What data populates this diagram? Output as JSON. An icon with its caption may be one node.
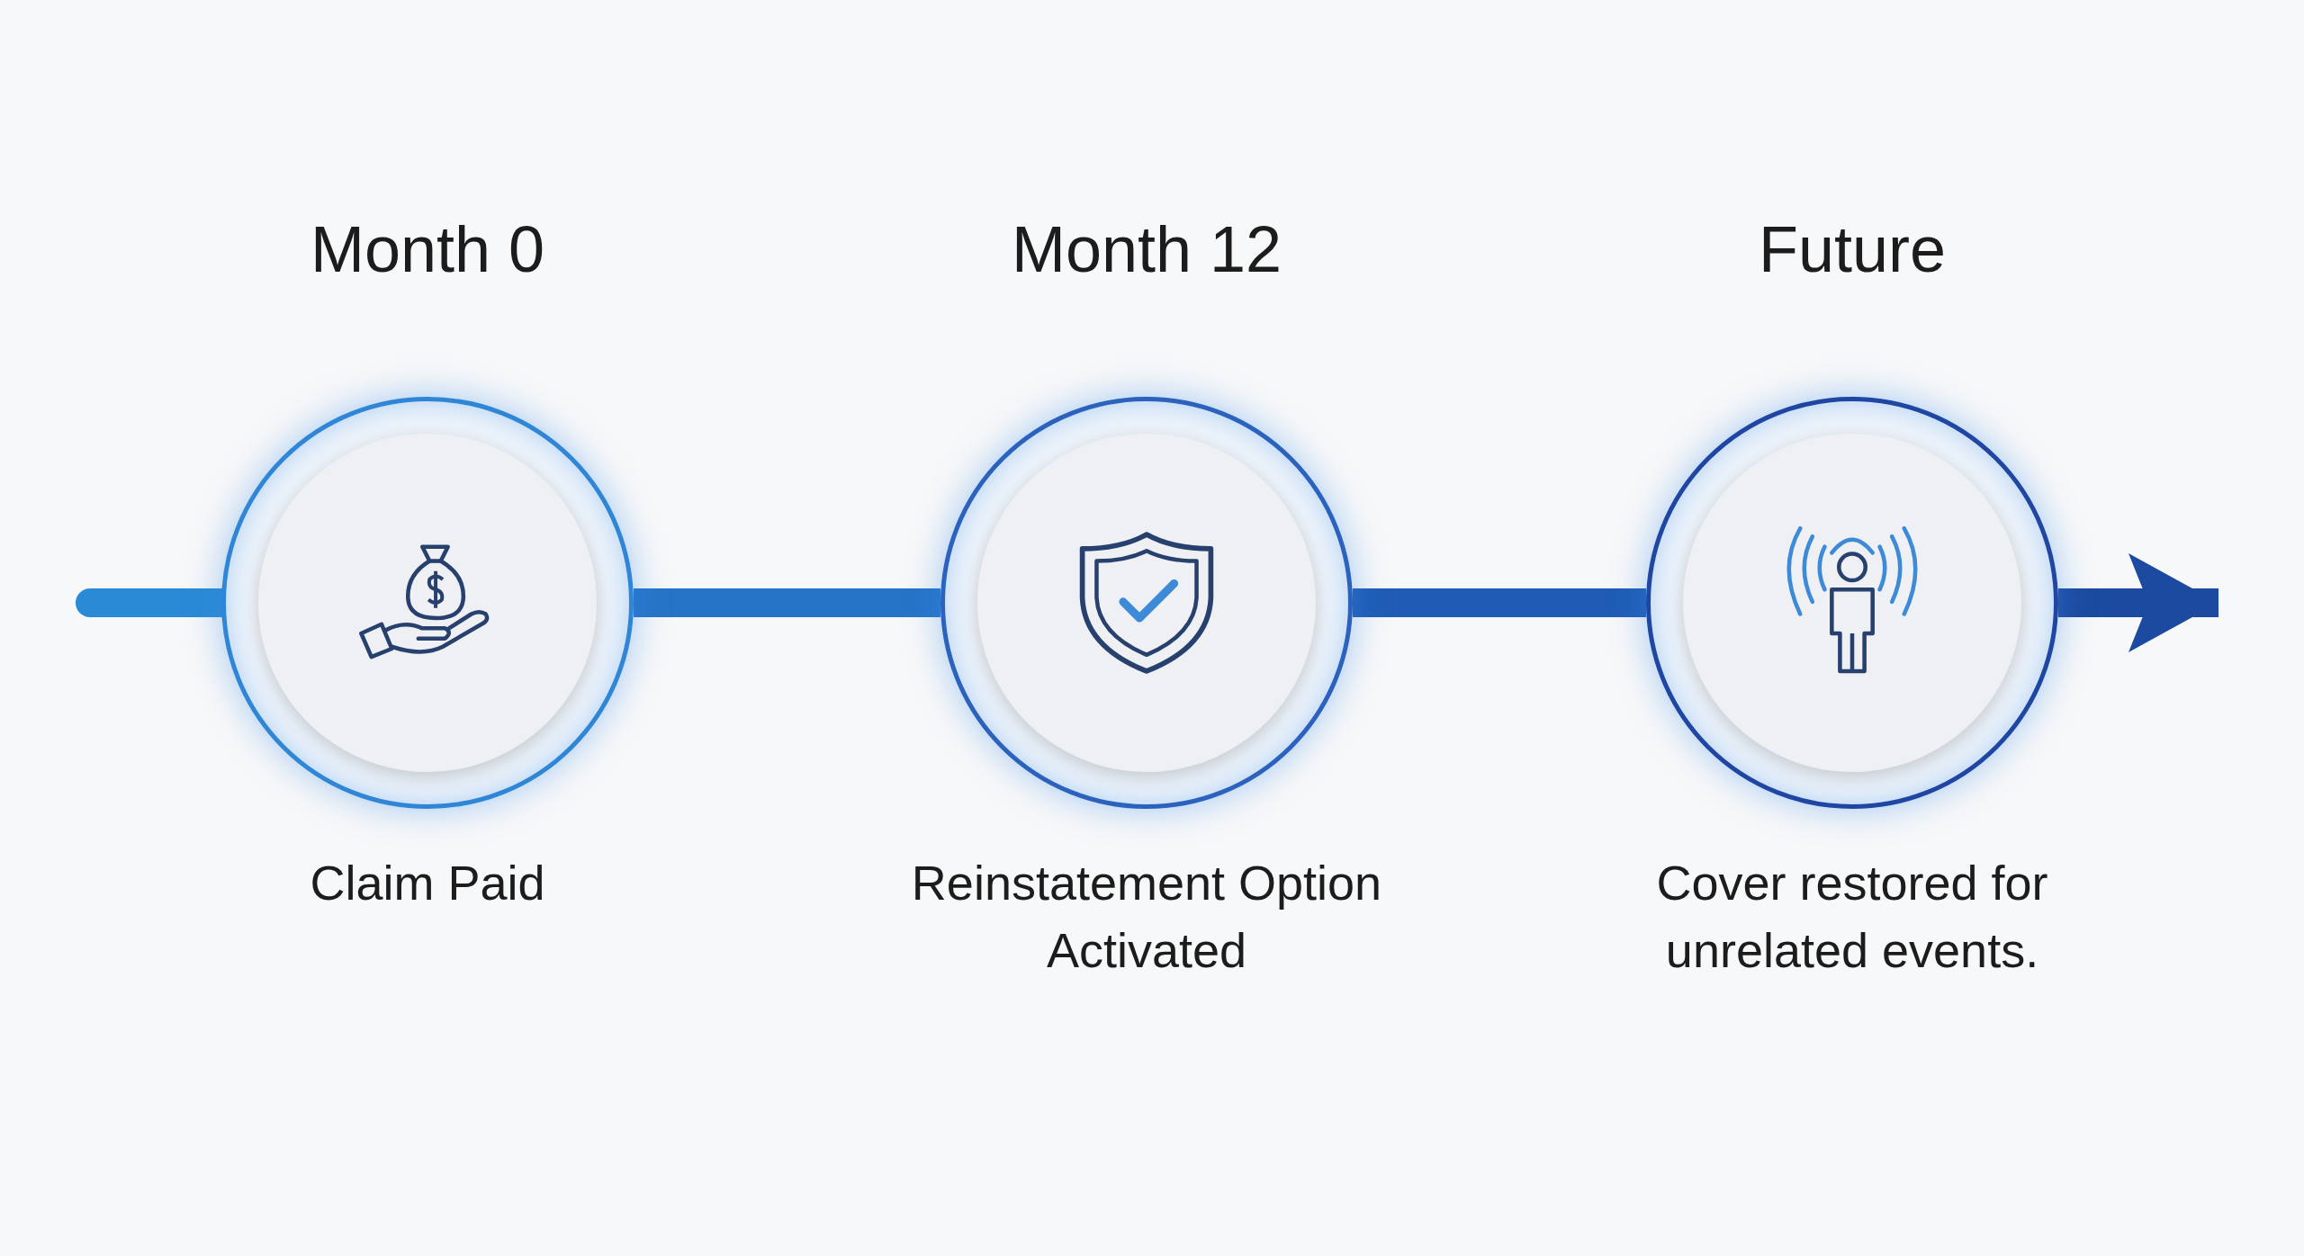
{
  "diagram": {
    "nodes": [
      {
        "text": [
          "Month 0",
          "Claim Paid"
        ]
      },
      {
        "text": [
          "Month 12",
          "Reinstatement Option Activated"
        ]
      },
      {
        "text": [
          "Future",
          "Cover restored for unrelated events."
        ]
      }
    ],
    "edges": [
      {
        "from": null,
        "to": 0,
        "arrow": "none"
      },
      {
        "from": 0,
        "to": 1,
        "arrow": "none"
      },
      {
        "from": 1,
        "to": 2,
        "arrow": "none"
      },
      {
        "from": 2,
        "to": null,
        "arrow": "to"
      }
    ]
  }
}
